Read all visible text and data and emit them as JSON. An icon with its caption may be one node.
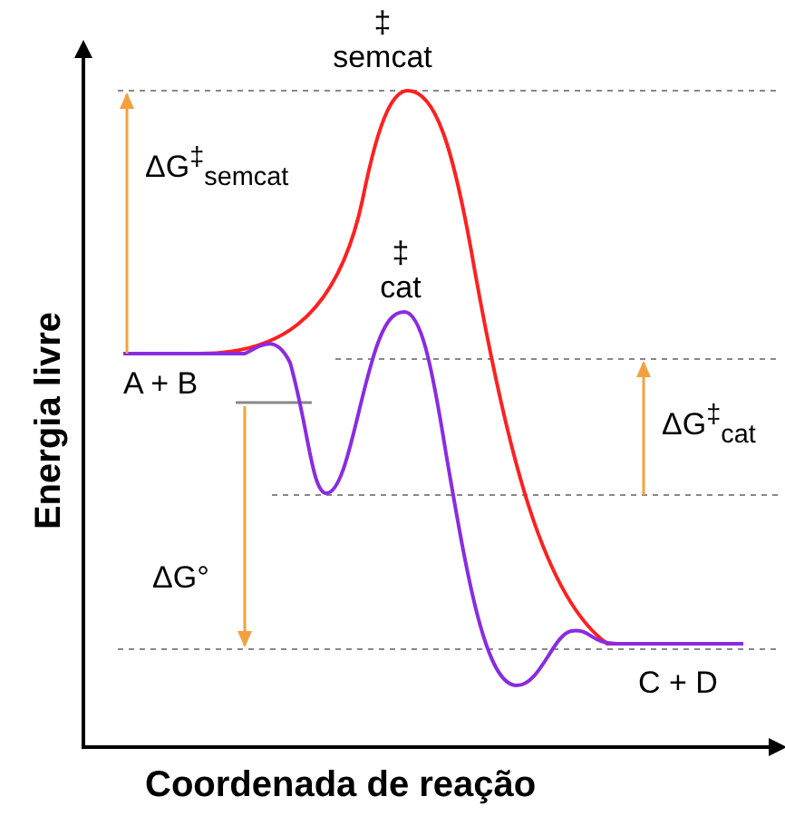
{
  "diagram": {
    "labels": [
      "‡ semcat",
      "ΔG$^{‡}$$_{semcat}$",
      "‡ cat",
      "A + B",
      "ΔG$^{‡}$$_{cat}$",
      "ΔG°",
      "C + D",
      "Coordenada de reação",
      "Energia livre"
    ]
  }
}
